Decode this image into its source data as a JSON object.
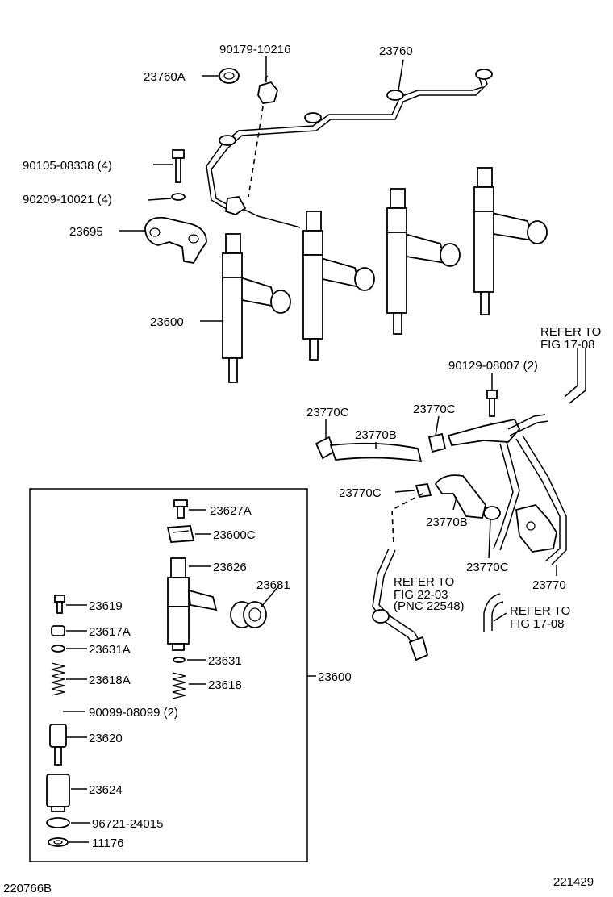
{
  "diagram": {
    "figure_id": "220766B",
    "page_id": "221429",
    "labels": {
      "p90179": "90179-10216",
      "p23760": "23760",
      "p23760A": "23760A",
      "p90105": "90105-08338 (4)",
      "p90209": "90209-10021 (4)",
      "p23695": "23695",
      "p23600top": "23600",
      "refer1708a_l1": "REFER TO",
      "refer1708a_l2": "FIG 17-08",
      "p90129": "90129-08007 (2)",
      "p23770C_a": "23770C",
      "p23770C_b": "23770C",
      "p23770B_a": "23770B",
      "p23770C_c": "23770C",
      "p23770B_b": "23770B",
      "p23770C_d": "23770C",
      "p23770": "23770",
      "refer2203_l1": "REFER TO",
      "refer2203_l2": "FIG 22-03",
      "refer2203_l3": "(PNC 22548)",
      "refer1708b_l1": "REFER TO",
      "refer1708b_l2": "FIG 17-08",
      "p23627A": "23627A",
      "p23600C": "23600C",
      "p23626": "23626",
      "p23681": "23681",
      "p23619": "23619",
      "p23617A": "23617A",
      "p23631A": "23631A",
      "p23631": "23631",
      "p23618A": "23618A",
      "p23618": "23618",
      "p23600box": "23600",
      "p90099": "90099-08099 (2)",
      "p23620": "23620",
      "p23624": "23624",
      "p96721": "96721-24015",
      "p11176": "11176"
    }
  }
}
